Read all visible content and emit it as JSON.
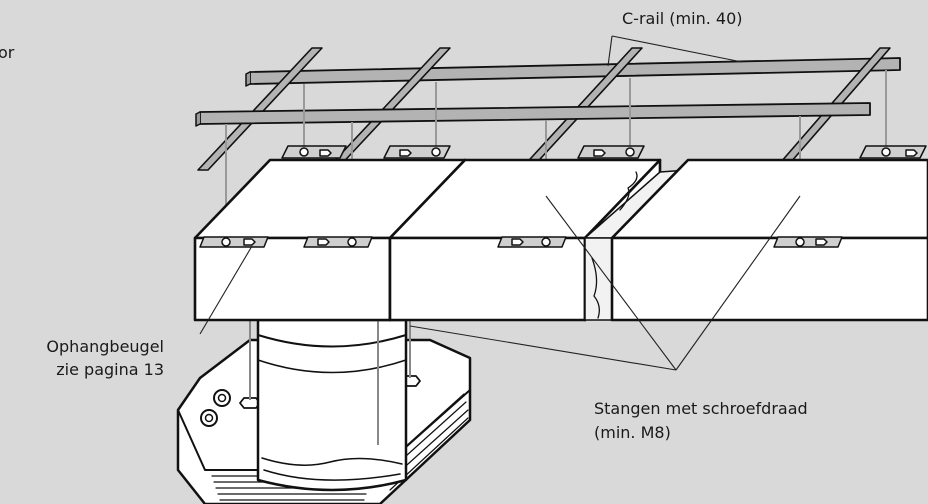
{
  "labels": {
    "edge_fragment": "or",
    "c_rail": "C-rail (min. 40)",
    "bracket_line1": "Ophangbeugel",
    "bracket_line2": "zie pagina 13",
    "rods_line1": "Stangen met schroefdraad",
    "rods_line2": "(min. M8)"
  },
  "colors": {
    "background": "#d9d9d9",
    "rail": "#b3b3b3",
    "box_face": "#ffffff",
    "outline": "#111111"
  }
}
